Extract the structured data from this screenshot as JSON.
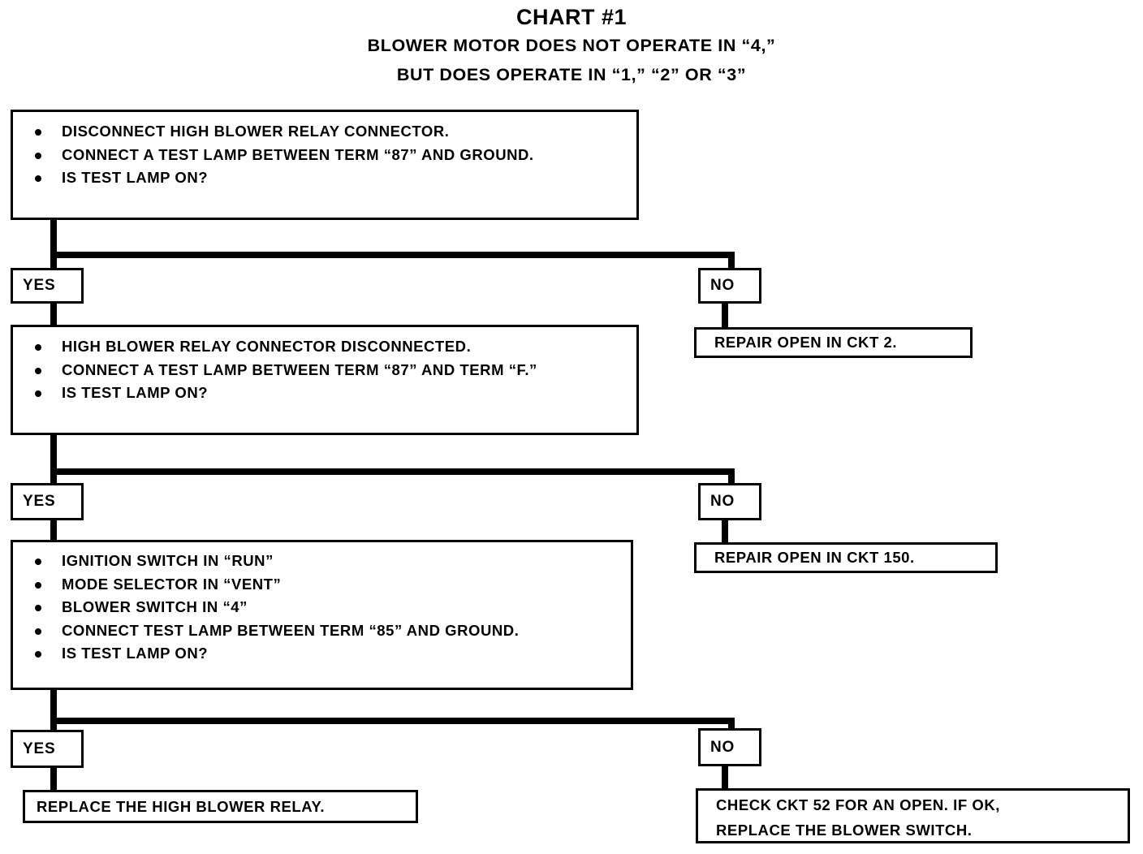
{
  "title": {
    "chart": "CHART #1",
    "line1": "BLOWER MOTOR DOES NOT OPERATE IN “4,”",
    "line2": "BUT DOES OPERATE IN “1,” “2” OR “3”"
  },
  "labels": {
    "yes": "YES",
    "no": "NO"
  },
  "steps": {
    "step1": {
      "bullets": [
        "DISCONNECT HIGH BLOWER RELAY CONNECTOR.",
        "CONNECT A TEST LAMP BETWEEN TERM “87” AND GROUND.",
        "IS TEST LAMP ON?"
      ]
    },
    "step2": {
      "bullets": [
        "HIGH BLOWER RELAY CONNECTOR DISCONNECTED.",
        "CONNECT A TEST LAMP BETWEEN TERM “87” AND TERM “F.”",
        "IS TEST LAMP ON?"
      ]
    },
    "step3": {
      "bullets": [
        "IGNITION SWITCH IN “RUN”",
        "MODE SELECTOR IN “VENT”",
        "BLOWER SWITCH IN “4”",
        "CONNECT TEST LAMP BETWEEN TERM “85” AND GROUND.",
        "IS TEST LAMP ON?"
      ]
    }
  },
  "outcomes": {
    "no1": "REPAIR OPEN IN CKT 2.",
    "no2": "REPAIR OPEN IN CKT 150.",
    "no3_line1": "CHECK CKT 52 FOR AN OPEN. IF OK,",
    "no3_line2": "REPLACE THE BLOWER SWITCH.",
    "yes3": "REPLACE THE HIGH BLOWER RELAY."
  },
  "colors": {
    "ink": "#000000",
    "paper": "#ffffff"
  }
}
